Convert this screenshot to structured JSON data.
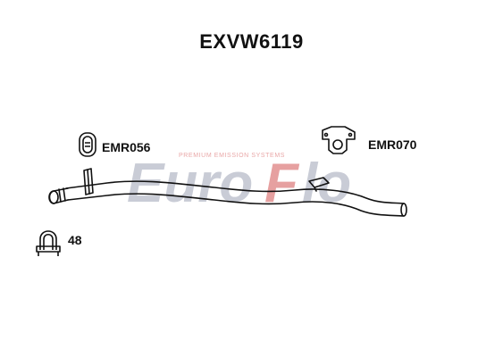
{
  "diagram": {
    "title": "EXVW6119",
    "parts": [
      {
        "code": "EMR056",
        "icon": "rubber-hanger-icon"
      },
      {
        "code": "EMR070",
        "icon": "mounting-bracket-icon"
      },
      {
        "code": "48",
        "icon": "u-bolt-clamp-icon"
      }
    ]
  },
  "watermark": {
    "logo_text": "EuroFlo",
    "tagline": "PREMIUM EMISSION SYSTEMS",
    "colors": {
      "grey": "#c9ccd6",
      "red": "#e6a0a0"
    }
  }
}
